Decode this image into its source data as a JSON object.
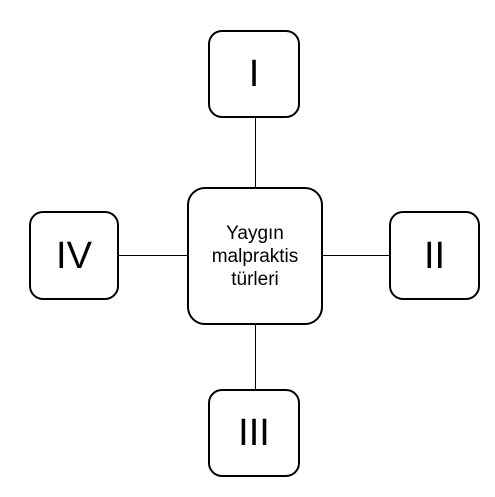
{
  "center": {
    "label_lines": [
      "Yaygın",
      "malpraktis",
      "türleri"
    ]
  },
  "nodes": {
    "top": "I",
    "right": "II",
    "bottom": "III",
    "left": "IV"
  },
  "colors": {
    "stroke": "#000000",
    "fill": "#ffffff",
    "text": "#000000"
  }
}
